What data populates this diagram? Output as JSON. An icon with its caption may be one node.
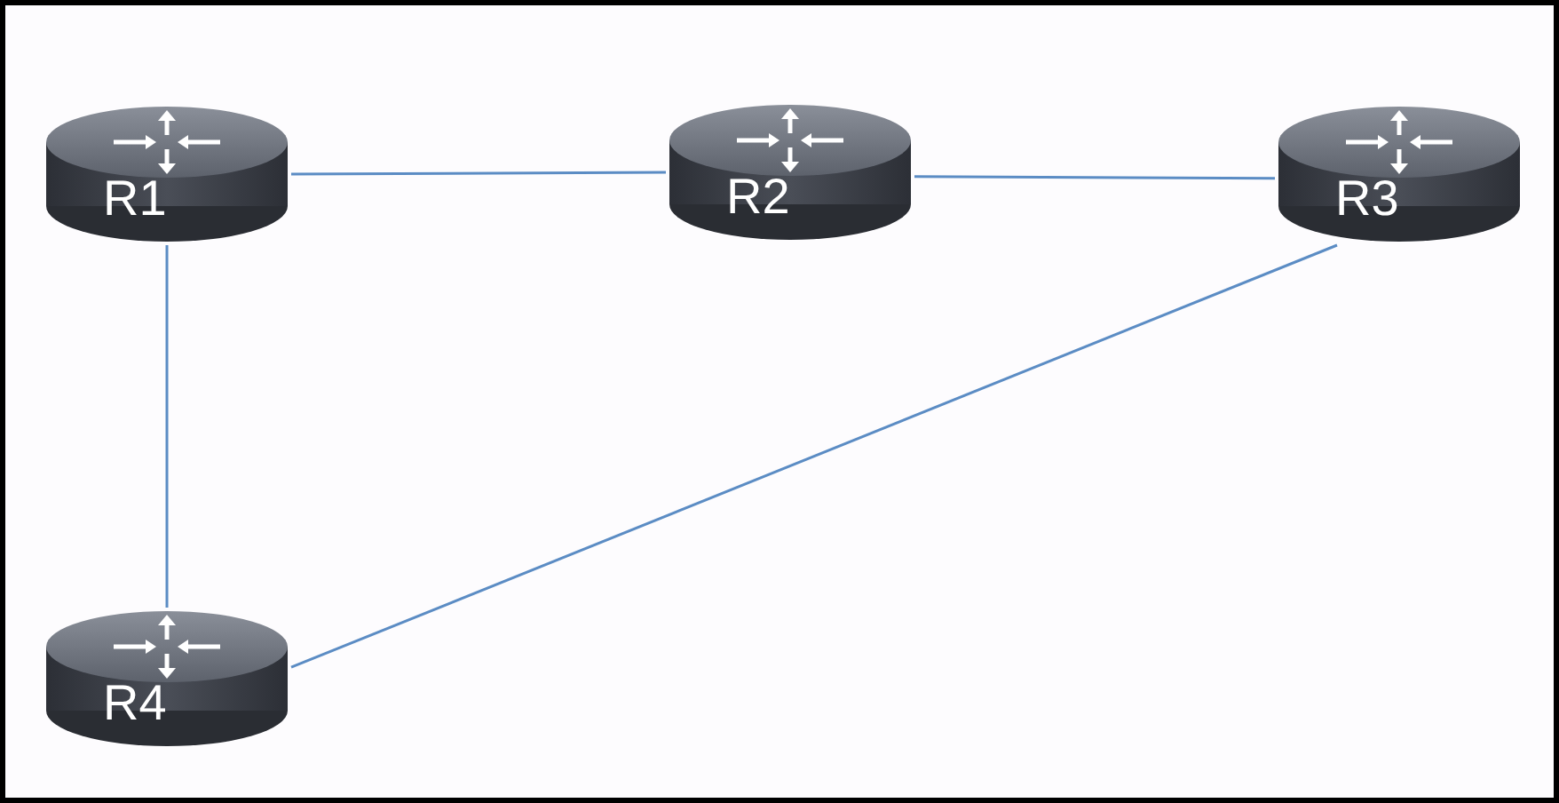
{
  "diagram": {
    "nodes": [
      {
        "text": [
          "R1"
        ]
      },
      {
        "text": [
          "R2"
        ]
      },
      {
        "text": [
          "R3"
        ]
      },
      {
        "text": [
          "R4"
        ]
      }
    ],
    "edges": [
      {
        "from": 0,
        "to": 1,
        "arrow": "none"
      },
      {
        "from": 1,
        "to": 2,
        "arrow": "none"
      },
      {
        "from": 0,
        "to": 3,
        "arrow": "none"
      },
      {
        "from": 3,
        "to": 2,
        "arrow": "none"
      }
    ]
  }
}
